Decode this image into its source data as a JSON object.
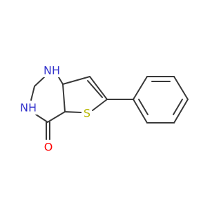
{
  "molecule": {
    "atoms": {
      "n1": {
        "label": "NH",
        "element": "N"
      },
      "n3": {
        "label": "NH",
        "element": "N"
      },
      "s": {
        "label": "S",
        "element": "S"
      },
      "o": {
        "label": "O",
        "element": "O"
      }
    }
  },
  "colors": {
    "bond": "#383838",
    "nitrogen": "#3333cc",
    "sulfur": "#b8b800",
    "oxygen": "#ff0000"
  }
}
